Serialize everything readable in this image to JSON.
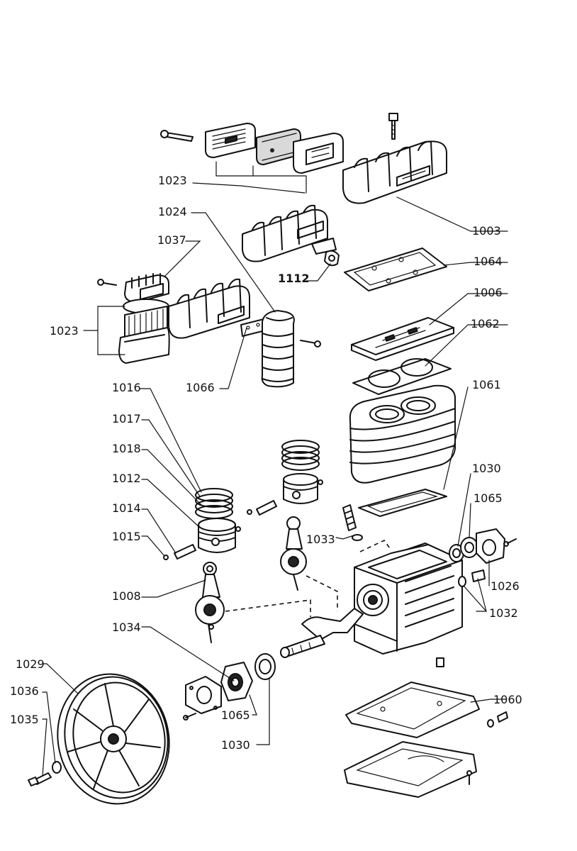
{
  "labels": {
    "p1003": "1003",
    "p1006": "1006",
    "p1008": "1008",
    "p1012": "1012",
    "p1014": "1014",
    "p1015": "1015",
    "p1016": "1016",
    "p1017": "1017",
    "p1018": "1018",
    "p1023a": "1023",
    "p1023b": "1023",
    "p1024": "1024",
    "p1026": "1026",
    "p1029": "1029",
    "p1030a": "1030",
    "p1030b": "1030",
    "p1032": "1032",
    "p1033": "1033",
    "p1034": "1034",
    "p1035": "1035",
    "p1036": "1036",
    "p1037": "1037",
    "p1060": "1060",
    "p1061": "1061",
    "p1062": "1062",
    "p1064": "1064",
    "p1065a": "1065",
    "p1065b": "1065",
    "p1066": "1066",
    "p1112": "1112"
  }
}
